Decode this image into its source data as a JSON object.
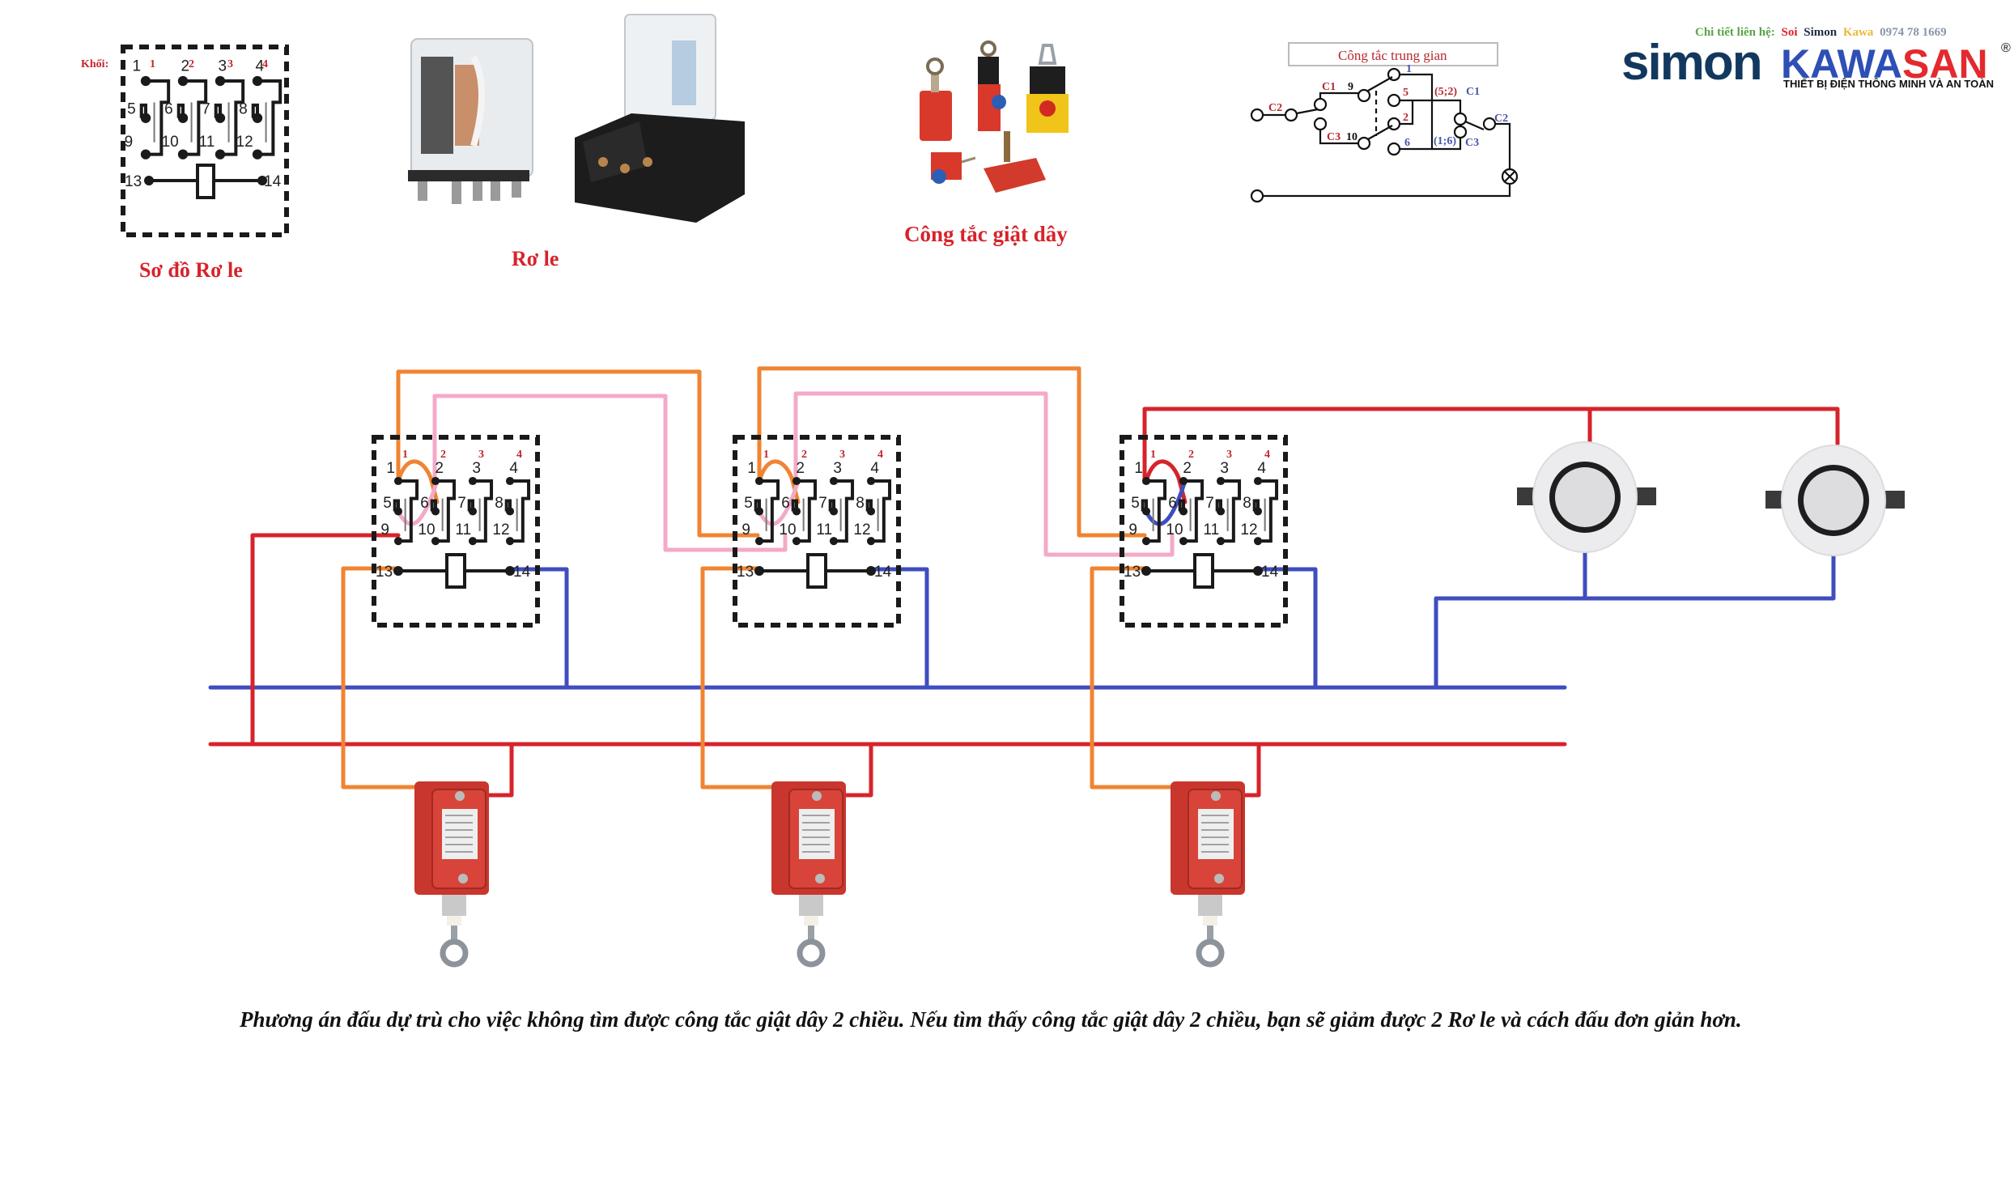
{
  "contact": {
    "prefix": "Chi tiết liên hệ:",
    "name_first": "Soi",
    "name_mid": "Simon",
    "name_last": "Kawa",
    "phone": "0974 78 1669"
  },
  "logo": {
    "simon": "simon",
    "kawa": "KAWA",
    "san": "SAN",
    "registered": "®",
    "tagline": "THIẾT BỊ ĐIỆN THÔNG MINH VÀ AN TOÀN"
  },
  "relay_schematic": {
    "blocks_label": "Khối:",
    "blocks": [
      "1",
      "2",
      "3",
      "4"
    ],
    "pins_top": [
      "1",
      "2",
      "3",
      "4"
    ],
    "pins_mid": [
      "5",
      "6",
      "7",
      "8"
    ],
    "pins_bot": [
      "9",
      "10",
      "11",
      "12"
    ],
    "coil_left": "13",
    "coil_right": "14",
    "caption": "Sơ đồ Rơ le"
  },
  "relay_photo": {
    "caption": "Rơ le"
  },
  "pull_switch_photo": {
    "caption": "Công tắc giật dây"
  },
  "intermediate_switch": {
    "title": "Công tắc trung gian",
    "labels": {
      "c2_left": "C2",
      "c1_left": "C1",
      "c3_left": "C3",
      "pin9": "9",
      "pin10": "10",
      "pin1": "1",
      "pin5": "5",
      "pin2": "2",
      "pin6": "6",
      "pair52": "(5;2)",
      "pair16": "(1;6)",
      "c1_right": "C1",
      "c2_right": "C2",
      "c3_right": "C3"
    }
  },
  "wiring": {
    "relays": [
      {
        "name": "relay-1",
        "blocks": [
          "1",
          "2",
          "3",
          "4"
        ]
      },
      {
        "name": "relay-2",
        "blocks": [
          "1",
          "2",
          "3",
          "4"
        ]
      },
      {
        "name": "relay-3",
        "blocks": [
          "1",
          "2",
          "3",
          "4"
        ]
      }
    ],
    "pull_switches": [
      "pull-switch-1",
      "pull-switch-2",
      "pull-switch-3"
    ],
    "lamps": [
      "downlight-1",
      "downlight-2"
    ],
    "colors": {
      "phase_red": "#d7232b",
      "neutral_blue": "#3f4dbf",
      "orange": "#f08432",
      "pink": "#f4a9c8",
      "black": "#1a1a1a"
    }
  },
  "footer_note": "Phương án đấu dự trù cho việc không tìm được công tắc giật dây 2 chiều. Nếu tìm thấy công tắc giật dây 2 chiều, bạn sẽ giảm được 2 Rơ le và cách đấu đơn giản hơn."
}
